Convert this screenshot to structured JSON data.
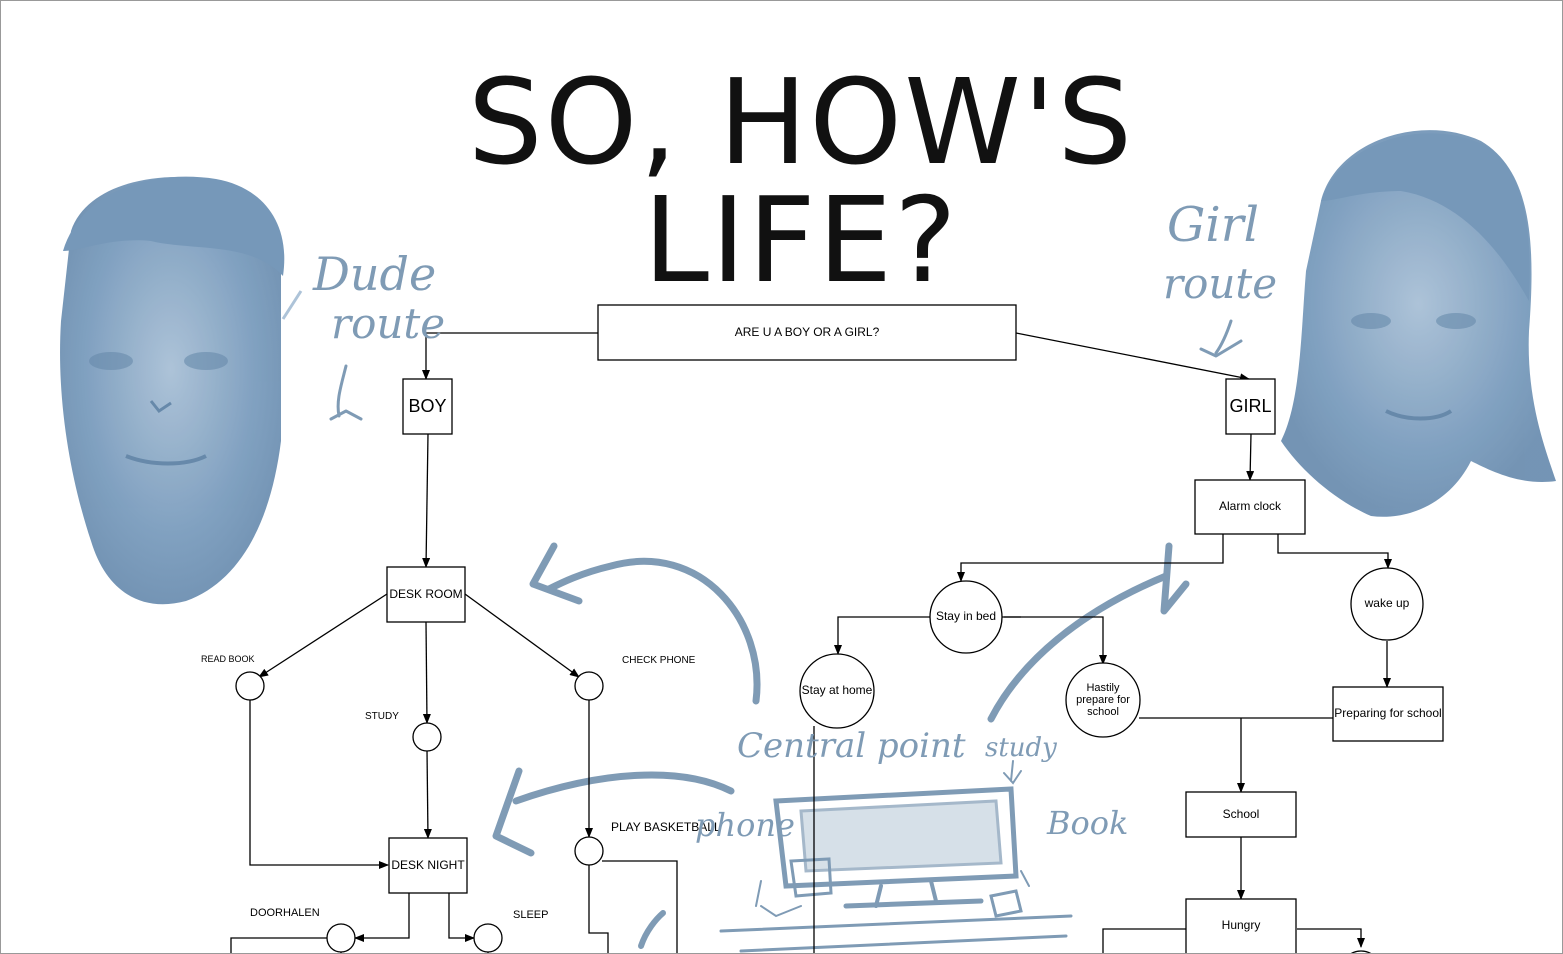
{
  "title": "SO, HOW'S LIFE?",
  "colors": {
    "sketch": "#7f9bb5",
    "face": "#7a9cbd",
    "line": "#000000"
  },
  "annotations": {
    "dude_route": [
      "Dude",
      "route"
    ],
    "girl_route": [
      "Girl",
      "route"
    ],
    "central_point": "Central point",
    "study": "study",
    "phone": "phone",
    "book": "Book"
  },
  "nodes": {
    "question": "ARE U A BOY OR A GIRL?",
    "boy": "BOY",
    "girl": "GIRL",
    "desk_room": "DESK ROOM",
    "desk_night": "DESK NIGHT",
    "alarm_clock": "Alarm clock",
    "stay_in_bed": "Stay in bed",
    "wake_up": "wake up",
    "stay_at_home": "Stay at home",
    "hastily_prepare": "Hastily prepare for school",
    "preparing_for_school": "Preparing for school",
    "school": "School",
    "hungry": "Hungry"
  },
  "labels": {
    "read_book": "READ BOOK",
    "check_phone": "CHECK PHONE",
    "study": "STUDY",
    "play_basketball": "PLAY BASKETBALL",
    "doorhalen": "DOORHALEN",
    "sleep": "SLEEP"
  }
}
